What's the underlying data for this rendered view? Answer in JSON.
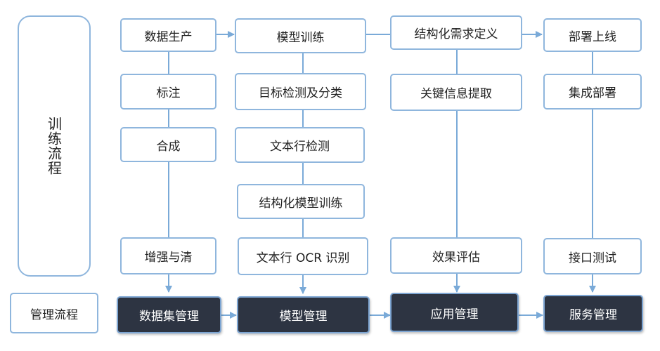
{
  "side": {
    "training_flow": "训练流程",
    "management_flow": "管理流程"
  },
  "col1": {
    "top": "数据生产",
    "item1": "标注",
    "item2": "合成",
    "item3": "增强与清",
    "manage": "数据集管理"
  },
  "col2": {
    "top": "模型训练",
    "item1": "目标检测及分类",
    "item2": "文本行检测",
    "item3": "结构化模型训练",
    "item4": "文本行 OCR 识别",
    "manage": "模型管理"
  },
  "col3": {
    "top": "结构化需求定义",
    "item1": "关键信息提取",
    "item2": "效果评估",
    "manage": "应用管理"
  },
  "col4": {
    "top": "部署上线",
    "item1": "集成部署",
    "item2": "接口测试",
    "manage": "服务管理"
  },
  "colors": {
    "border": "#8fb6dd",
    "line": "#7aaad8",
    "dark_fill": "#2d3442"
  }
}
